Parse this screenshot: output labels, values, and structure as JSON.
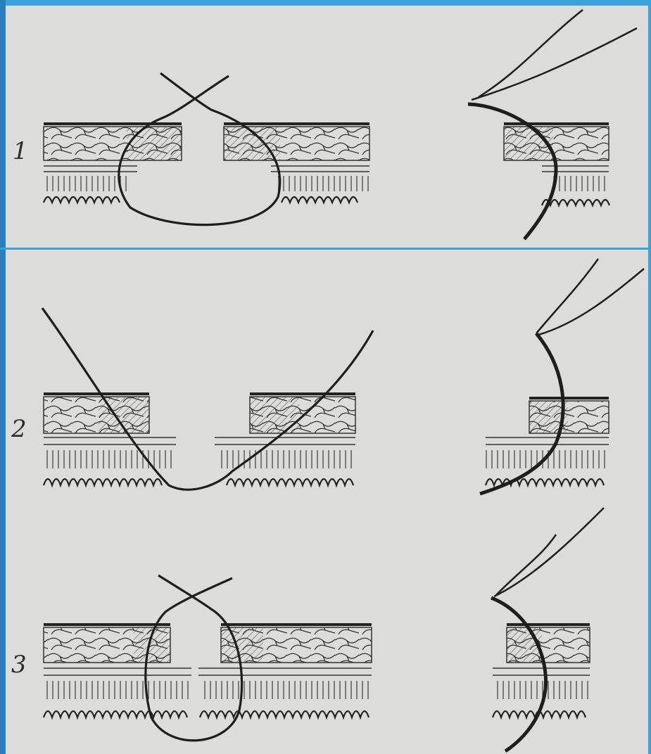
{
  "figure": {
    "panel_labels": [
      "1",
      "2",
      "3"
    ]
  },
  "colors": {
    "paper": "#dcdcda",
    "ink": "#2b2b2b",
    "frame": "#2f86c4"
  }
}
